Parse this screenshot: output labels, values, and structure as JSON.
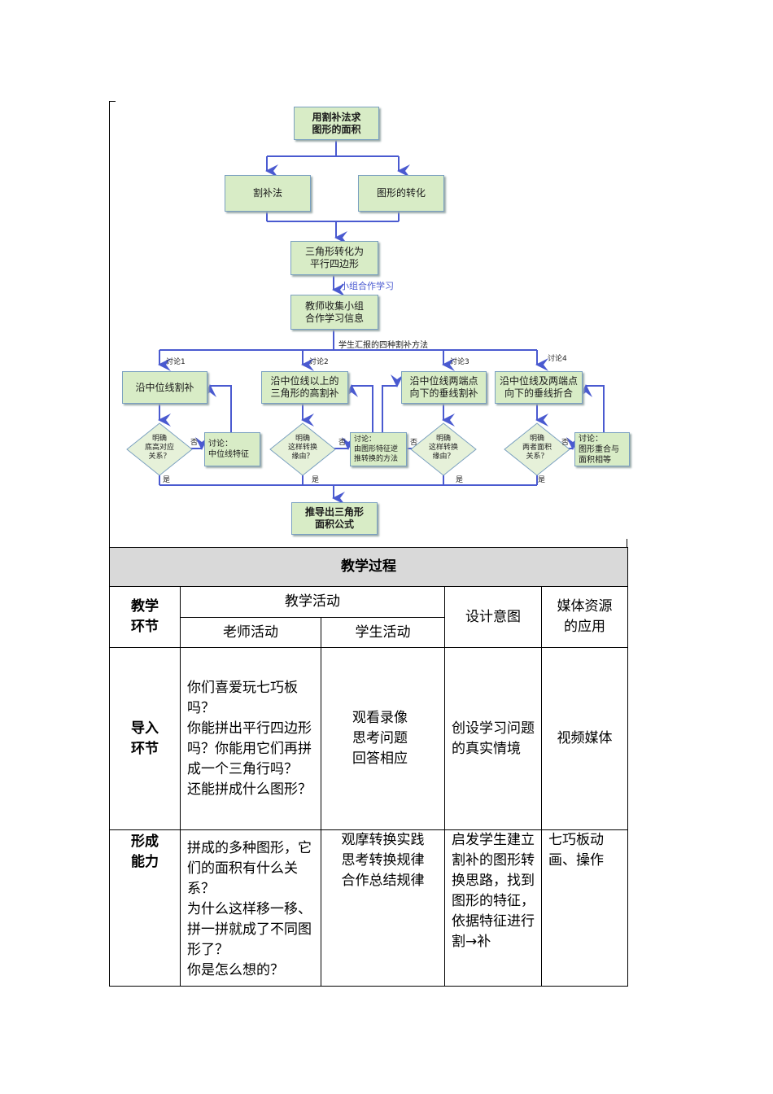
{
  "flowchart": {
    "top": "用割补法求\n图形的面积",
    "left_branch": "割补法",
    "right_branch": "图形的转化",
    "convert": "三角形转化为\n平行四边形",
    "group_label": "小组合作学习",
    "collect": "教师收集小组\n合作学习信息",
    "report_label": "学生汇报的四种割补方法",
    "discussions": [
      "讨论1",
      "讨论2",
      "讨论3",
      "讨论4"
    ],
    "methods": [
      "沿中位线割补",
      "沿中位线以上的\n三角形的高割补",
      "沿中位线两端点\n向下的垂线割补",
      "沿中位线及两端点\n向下的垂线折合"
    ],
    "diamonds": [
      "明确\n底高对应\n关系？",
      "明确\n这样转换\n缘由？",
      "明确\n这样转换\n缘由？",
      "明确\n两者面积\n关系？"
    ],
    "no_label": "否",
    "yes_label": "是",
    "side_boxes": [
      "讨论：\n中位线特征",
      "讨论：\n由图形特征逆\n推转换的方法",
      "讨论：\n图形重合与\n面积相等"
    ],
    "result": "推导出三角形\n面积公式"
  },
  "table": {
    "title": "教学过程",
    "col_section": "教学\n环节",
    "col_activity": "教学活动",
    "col_teacher": "老师活动",
    "col_student": "学生活动",
    "col_design": "设计意图",
    "col_media": "媒体资源\n的应用",
    "rows": [
      {
        "section": "导入\n环节",
        "teacher": "你们喜爱玩七巧板吗？\n你能拼出平行四边形吗？你能用它们再拼成一个三角行吗？\n还能拼成什么图形？",
        "student": "观看录像\n思考问题\n回答相应",
        "design": "创设学习问题的真实情境",
        "media": "视频媒体"
      },
      {
        "section": "形成\n能力",
        "teacher": "拼成的多种图形，它们的面积有什么关系？\n为什么这样移一移、拼一拼就成了不同图形了？\n你是怎么想的？",
        "student": "观摩转换实践\n思考转换规律\n合作总结规律",
        "design": "启发学生建立割补的图形转换思路，找到图形的特征，依据特征进行割→补",
        "media": "七巧板动画、操作"
      }
    ]
  }
}
